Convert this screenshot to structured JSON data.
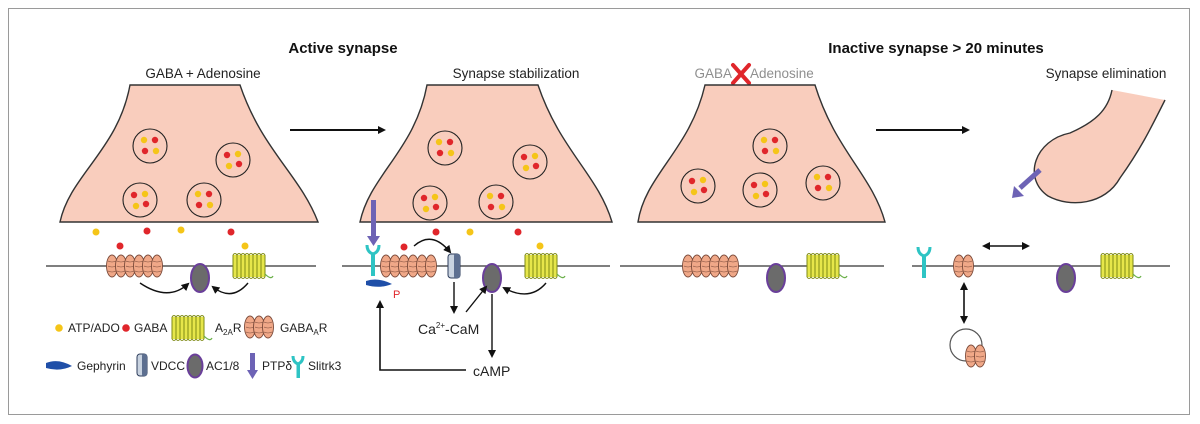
{
  "panels": {
    "active": {
      "heading": "Active synapse",
      "left_caption": "GABA + Adenosine",
      "right_caption": "Synapse stabilization"
    },
    "inactive": {
      "heading": "Inactive synapse > 20 minutes",
      "left_caption_gaba": "GABA",
      "left_caption_adenosine": "Adenosine",
      "right_caption": "Synapse elimination"
    }
  },
  "signaling": {
    "calcium": "Ca",
    "calcium_sup": "2+",
    "calmodulin": "-CaM",
    "camp": "cAMP",
    "phospho": "P"
  },
  "legend": {
    "atp_ado": "ATP/ADO",
    "gaba": "GABA",
    "a2ar_main": "A",
    "a2ar_sub": "2A",
    "a2ar_end": "R",
    "gabaar_main": "GABA",
    "gabaar_sub": "A",
    "gabaar_end": "R",
    "gephyrin": "Gephyrin",
    "vdcc": "VDCC",
    "ac": "AC1/8",
    "ptp": "PTPδ",
    "slitrk": "Slitrk3"
  },
  "colors": {
    "terminal": "#f9cdbd",
    "atp_ado": "#f5c518",
    "gaba": "#e0262b",
    "receptor_gabaa": "#f0a888",
    "receptor_a2a": "#e6e64a",
    "adenylyl_cyclase": "#6b6b6b",
    "ptp": "#6d63b5",
    "slitrk": "#2ec4c4",
    "gephyrin": "#1f4fa8",
    "cross": "#e0262b"
  }
}
